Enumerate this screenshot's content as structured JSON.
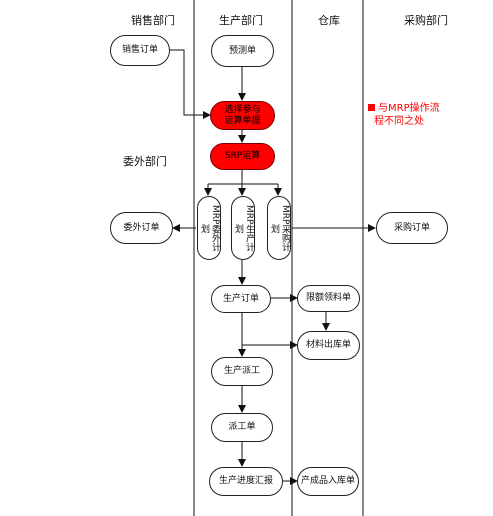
{
  "lanes": {
    "sales": "销售部门",
    "production": "生产部门",
    "warehouse": "仓库",
    "purchasing": "采购部门",
    "outsource": "委外部门"
  },
  "nodes": {
    "sales_order": "销售订单",
    "forecast": "预测单",
    "select_params": "选择参与运算单据",
    "srp": "SRP运算",
    "mrp_outsource": "MRP委外计划",
    "mrp_production": "MRP生产计划",
    "mrp_purchase": "MRP采购计划",
    "outsource_order": "委外订单",
    "purchase_order": "采购订单",
    "production_order": "生产订单",
    "limit_picking": "限额领料单",
    "material_out": "材料出库单",
    "dispatch": "生产派工",
    "dispatch_sheet": "派工单",
    "progress_report": "生产进度汇报",
    "finished_in": "产成品入库单"
  },
  "legend": {
    "line1": "与MRP操作流",
    "line2": "程不同之处"
  }
}
